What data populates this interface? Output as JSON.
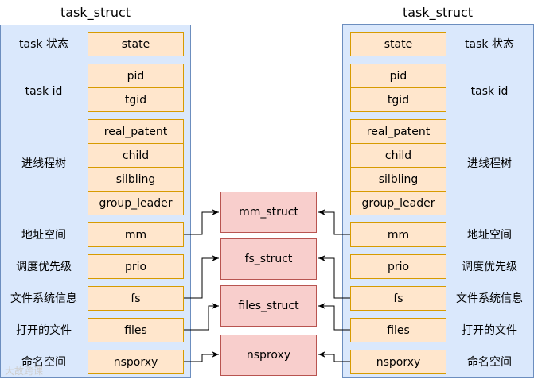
{
  "left": {
    "title": "task_struct",
    "fields": [
      "state",
      "pid",
      "tgid",
      "real_patent",
      "child",
      "silbling",
      "group_leader",
      "mm",
      "prio",
      "fs",
      "files",
      "nsporxy"
    ],
    "labels": [
      "task 状态",
      "task id",
      "进线程树",
      "地址空间",
      "调度优先级",
      "文件系统信息",
      "打开的文件",
      "命名空间"
    ]
  },
  "right": {
    "title": "task_struct",
    "fields": [
      "state",
      "pid",
      "tgid",
      "real_patent",
      "child",
      "silbling",
      "group_leader",
      "mm",
      "prio",
      "fs",
      "files",
      "nsporxy"
    ],
    "labels": [
      "task 状态",
      "task id",
      "进线程树",
      "地址空间",
      "调度优先级",
      "文件系统信息",
      "打开的文件",
      "命名空间"
    ]
  },
  "shared": [
    "mm_struct",
    "fs_struct",
    "files_struct",
    "nsproxy"
  ],
  "watermark": "大故跨课",
  "colors": {
    "panel_fill": "#dae8fc",
    "panel_border": "#6c8ebf",
    "field_fill": "#ffe6cc",
    "field_border": "#d79b00",
    "shared_fill": "#f8cecc",
    "shared_border": "#b85450"
  }
}
